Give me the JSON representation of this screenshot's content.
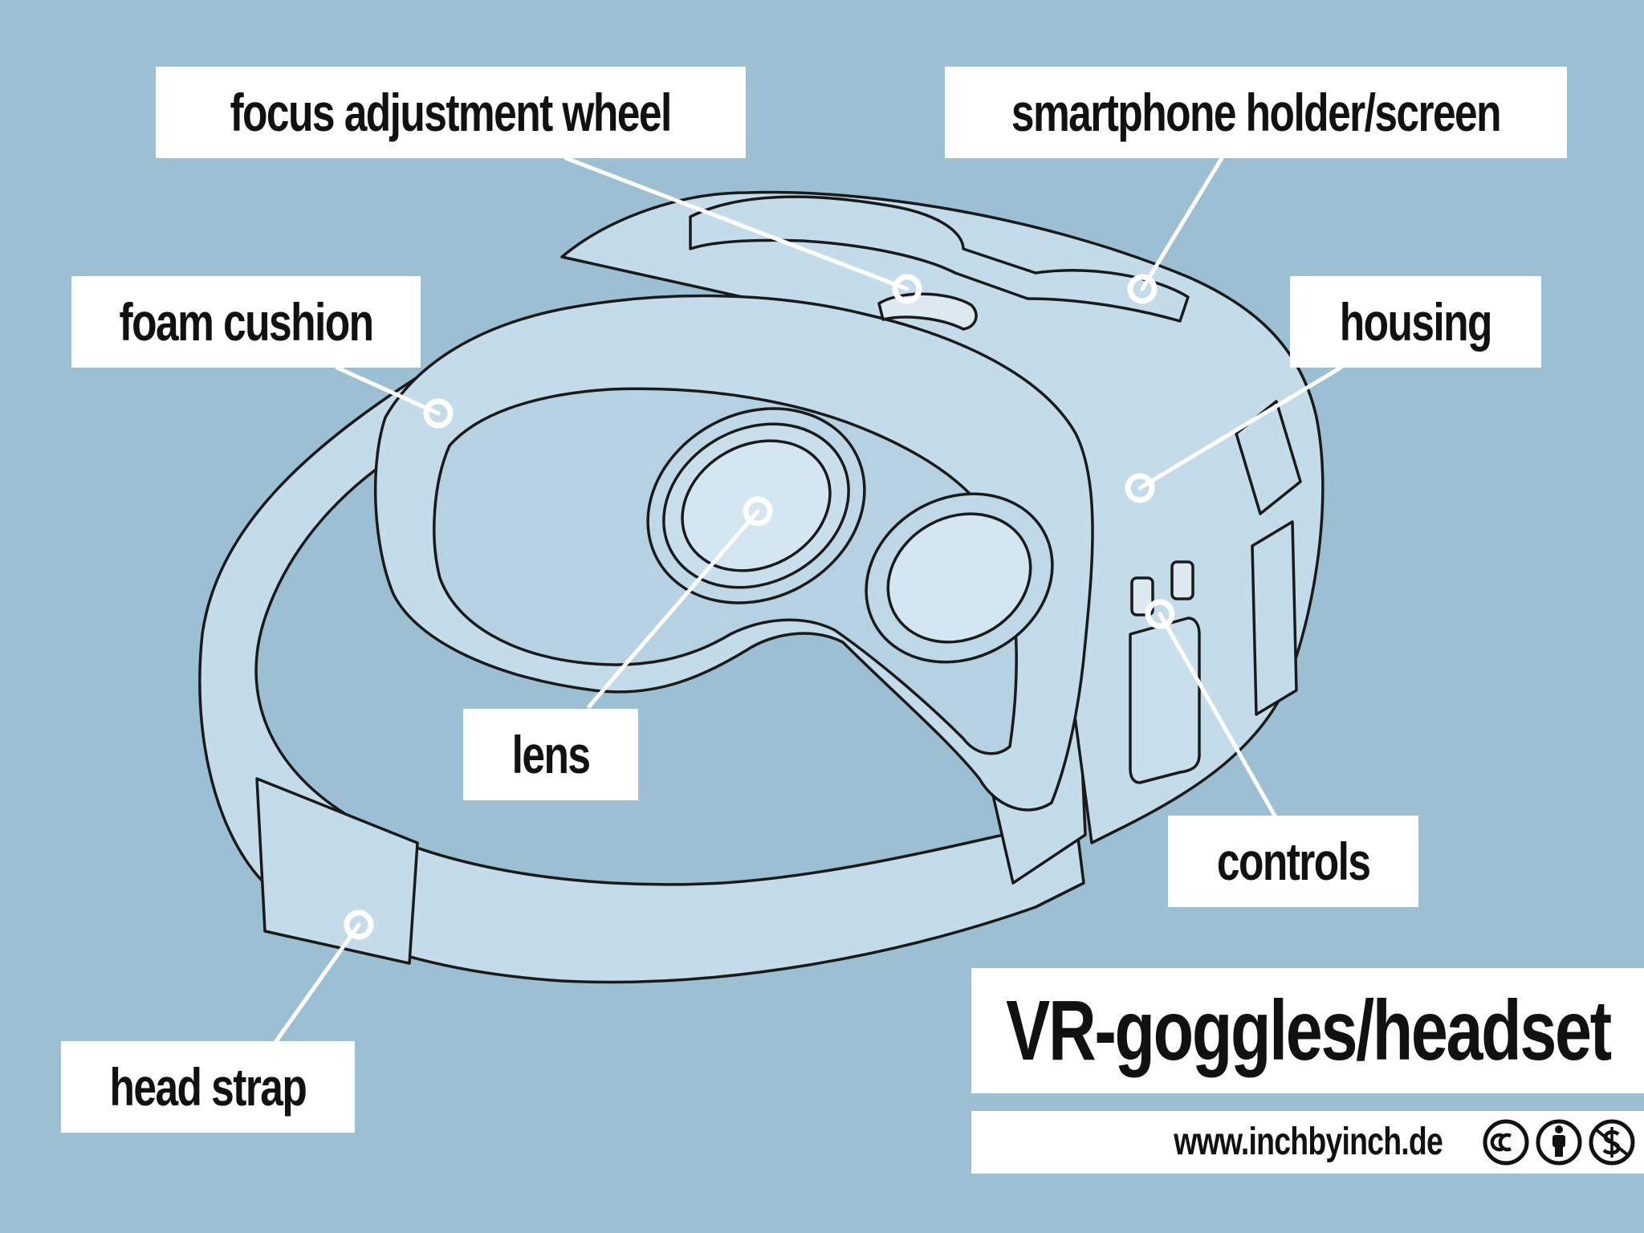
{
  "background_color": "#9dbfd4",
  "device_fill": "#c4dcea",
  "line_color": "#1a1a1a",
  "title": "VR-goggles/headset",
  "credit": "www.inchbyinch.de",
  "license_icons": [
    "creative-commons-icon",
    "attribution-icon",
    "non-commercial-icon"
  ],
  "labels": [
    {
      "id": "focus_adjustment_wheel",
      "text": "focus adjustment wheel"
    },
    {
      "id": "smartphone_holder_screen",
      "text": "smartphone holder/screen"
    },
    {
      "id": "foam_cushion",
      "text": "foam cushion"
    },
    {
      "id": "housing",
      "text": "housing"
    },
    {
      "id": "lens",
      "text": "lens"
    },
    {
      "id": "controls",
      "text": "controls"
    },
    {
      "id": "head_strap",
      "text": "head strap"
    }
  ]
}
